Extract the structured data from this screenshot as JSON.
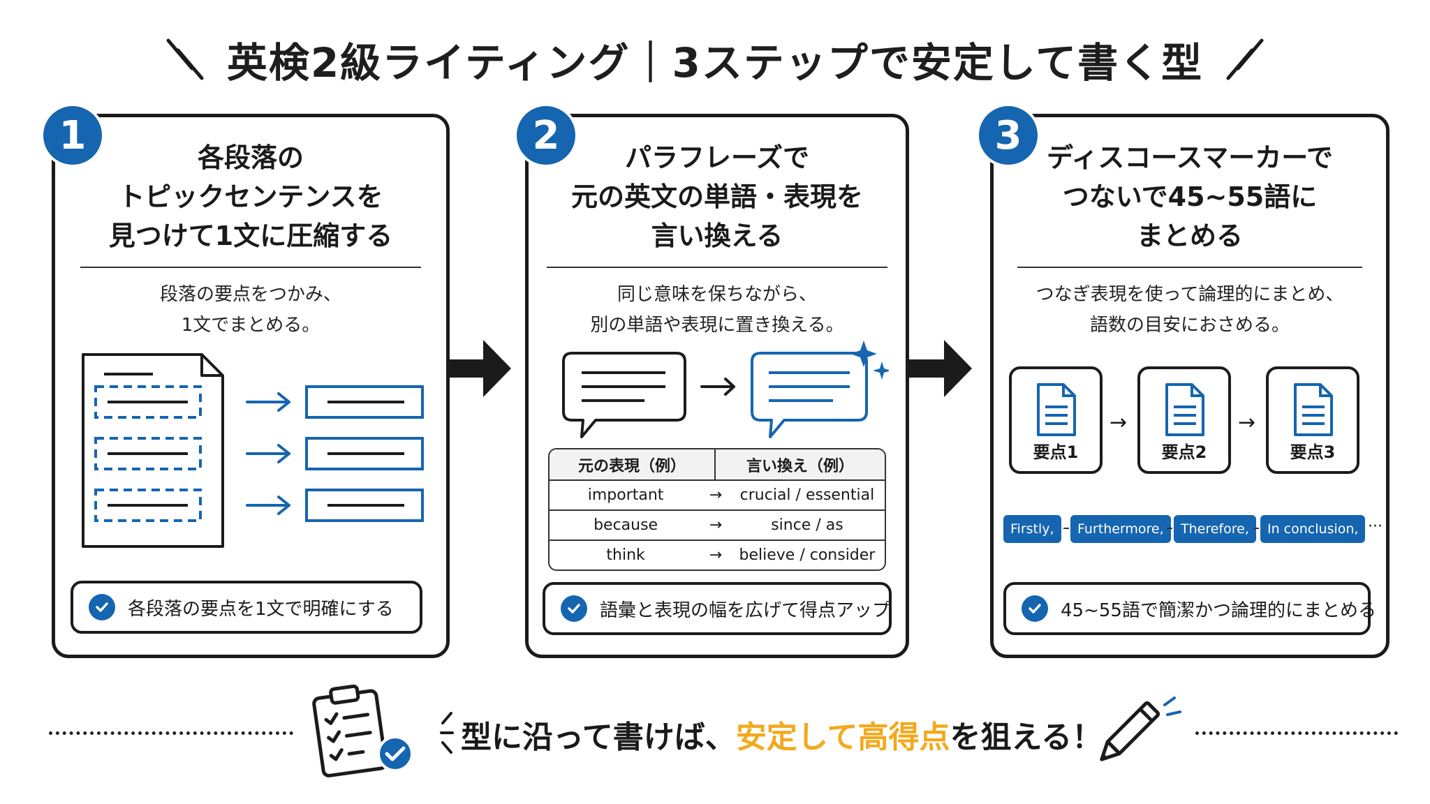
{
  "header": {
    "title": "英検2級ライティング｜3ステップで安定して書く型"
  },
  "steps": [
    {
      "number": "1",
      "title_lines": [
        "各段落の",
        "トピックセンテンスを",
        "見つけて1文に圧縮する"
      ],
      "desc_lines": [
        "段落の要点をつかみ、",
        "1文でまとめる。"
      ],
      "point": "各段落の要点を1文で明確にする"
    },
    {
      "number": "2",
      "title_lines": [
        "パラフレーズで",
        "元の英文の単語・表現を",
        "言い換える"
      ],
      "desc_lines": [
        "同じ意味を保ちながら、",
        "別の単語や表現に置き換える。"
      ],
      "table": {
        "headers": [
          "元の表現（例）",
          "言い換え（例）"
        ],
        "rows": [
          {
            "original": "important",
            "paraphrase": "crucial / essential"
          },
          {
            "original": "because",
            "paraphrase": "since / as"
          },
          {
            "original": "think",
            "paraphrase": "believe / consider"
          }
        ]
      },
      "point": "語彙と表現の幅を広げて得点アップ"
    },
    {
      "number": "3",
      "title_lines": [
        "ディスコースマーカーで",
        "つないで45~55語に",
        "まとめる"
      ],
      "desc_lines": [
        "つなぎ表現を使って論理的にまとめ、",
        "語数の目安におさめる。"
      ],
      "points": [
        "要点1",
        "要点2",
        "要点3"
      ],
      "markers": [
        "Firstly,",
        "Furthermore,",
        "Therefore,",
        "In conclusion,"
      ],
      "markers_more": "···",
      "point": "45~55語で簡潔かつ論理的にまとめる"
    }
  ],
  "footer": {
    "text_before": "型に沿って書けば、",
    "text_highlight": "安定して高得点",
    "text_after": "を狙える！"
  },
  "colors": {
    "accent_blue": "#1565b0",
    "highlight_orange": "#f3a91c",
    "ink": "#1b1b1b"
  }
}
